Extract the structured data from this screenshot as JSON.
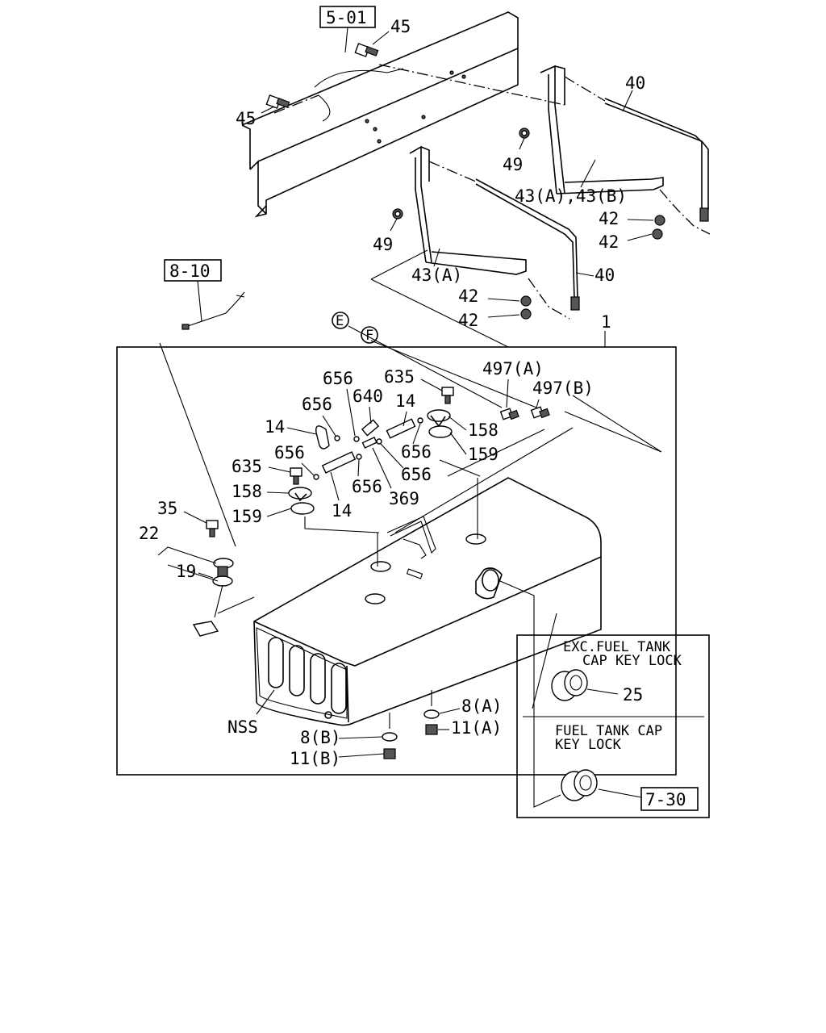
{
  "references": {
    "frame": "5-01",
    "harness": "8-10",
    "cap_keylock": "7-30"
  },
  "circled": {
    "e": "E",
    "f": "F"
  },
  "labels": {
    "p45a": "45",
    "p45b": "45",
    "p40a": "40",
    "p40b": "40",
    "p49a": "49",
    "p49b": "49",
    "p43ab": "43(A),43(B)",
    "p43a": "43(A)",
    "p42a": "42",
    "p42b": "42",
    "p42c": "42",
    "p42d": "42",
    "p1": "1",
    "p497a": "497(A)",
    "p497b": "497(B)",
    "p656a": "656",
    "p656b": "656",
    "p656c": "656",
    "p656d": "656",
    "p656e": "656",
    "p656f": "656",
    "p640": "640",
    "p635a": "635",
    "p635b": "635",
    "p14a": "14",
    "p14b": "14",
    "p14c": "14",
    "p158a": "158",
    "p158b": "158",
    "p159a": "159",
    "p159b": "159",
    "p369": "369",
    "p35": "35",
    "p22": "22",
    "p19": "19",
    "pnss": "NSS",
    "p8a": "8(A)",
    "p8b": "8(B)",
    "p11a": "11(A)",
    "p11b": "11(B)",
    "p25": "25"
  },
  "notes": {
    "exc_line1": "EXC.FUEL TANK",
    "exc_line2": "CAP KEY LOCK",
    "key_line1": "FUEL TANK CAP",
    "key_line2": "KEY LOCK"
  }
}
